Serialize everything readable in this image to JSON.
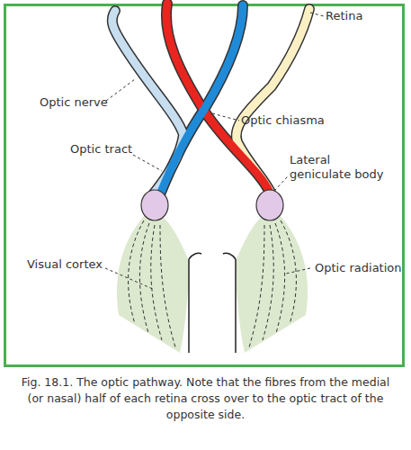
{
  "diagram": {
    "caption": "Fig. 18.1. The optic pathway. Note that the fibres from the medial (or nasal) half of each retina cross over to the optic tract of the opposite side.",
    "labels": [
      "Retina",
      "Optic nerve",
      "Optic chiasma",
      "Optic tract",
      "Lateral geniculate body",
      "Visual cortex",
      "Optic radiation"
    ]
  }
}
